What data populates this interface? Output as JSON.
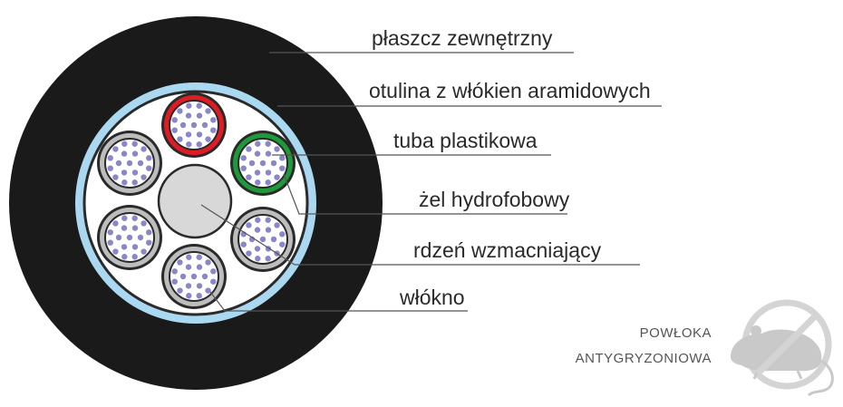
{
  "labels": {
    "outer_jacket": "płaszcz zewnętrzny",
    "aramid_wrap": "otulina z włókien aramidowych",
    "plastic_tube": "tuba plastikowa",
    "hydrophobic_gel": "żel hydrofobowy",
    "strength_core": "rdzeń wzmacniający",
    "fiber": "włókno"
  },
  "badge": {
    "line1": "POWŁOKA",
    "line2": "ANTYGRYZONIOWA",
    "icon": "no-rodent-icon"
  },
  "colors": {
    "jacket": "#1a1a1a",
    "aramid": "#a9d8f0",
    "tube_red": "#e01b24",
    "tube_green": "#1f9a3a",
    "fiber": "#8a86c8"
  }
}
